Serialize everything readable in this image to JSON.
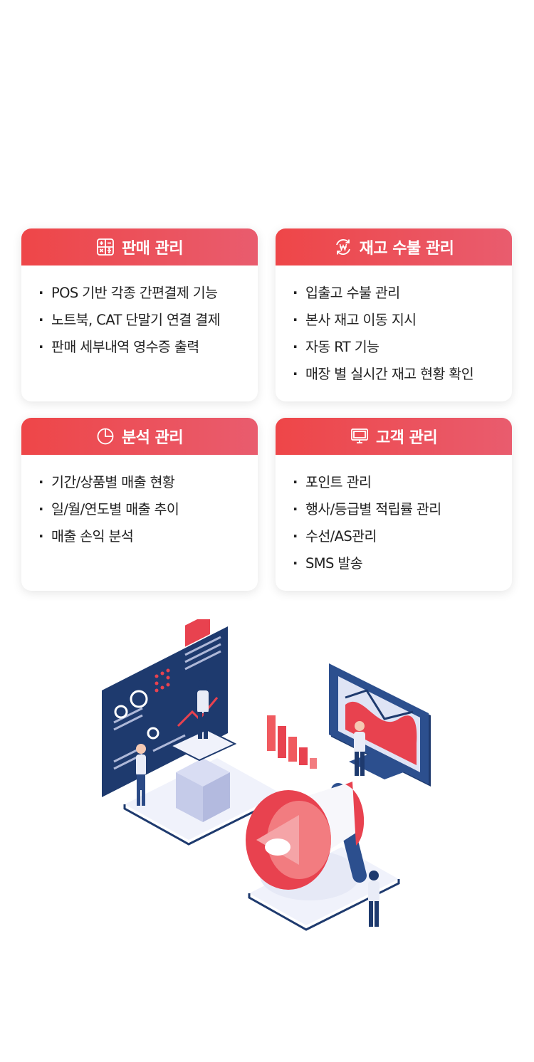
{
  "cards": [
    {
      "id": "sales",
      "title": "판매 관리",
      "icon": "calculator-icon",
      "items": [
        "POS 기반 각종 간편결제 기능",
        "노트북, CAT 단말기 연결 결제",
        "판매 세부내역 영수증 출력"
      ]
    },
    {
      "id": "stock",
      "title": "재고 수불 관리",
      "icon": "won-exchange-icon",
      "items": [
        "입출고 수불 관리",
        "본사 재고 이동 지시",
        "자동 RT 기능",
        "매장 별 실시간 재고 현황 확인"
      ]
    },
    {
      "id": "analysis",
      "title": "분석 관리",
      "icon": "pie-chart-icon",
      "items": [
        "기간/상품별 매출 현황",
        "일/월/연도별 매출 추이",
        "매출 손익 분석"
      ]
    },
    {
      "id": "customer",
      "title": "고객 관리",
      "icon": "monitor-icon",
      "items": [
        "포인트 관리",
        "행사/등급별 적립률 관리",
        "수선/AS관리",
        "SMS 발송"
      ]
    }
  ],
  "colors": {
    "header_start": "#ee4648",
    "header_end": "#e95c6e",
    "navy": "#1e3a6e",
    "red": "#e8424f"
  }
}
